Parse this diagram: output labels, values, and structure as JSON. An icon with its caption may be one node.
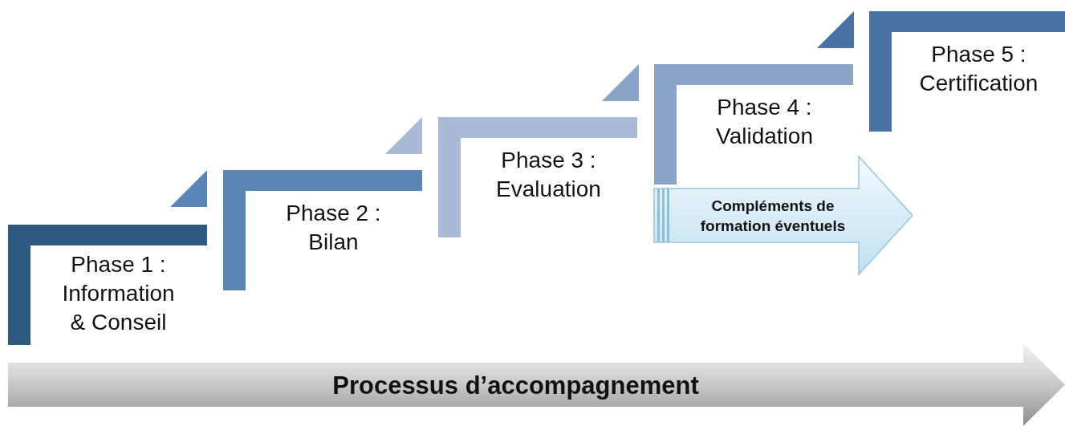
{
  "diagram": {
    "nodes": [
      {
        "text": [
          "Phase 1 : Information & Conseil"
        ]
      },
      {
        "text": [
          "Phase 2 : Bilan"
        ]
      },
      {
        "text": [
          "Phase 3 : Evaluation"
        ]
      },
      {
        "text": [
          "Phase 4 : Validation"
        ]
      },
      {
        "text": [
          "Phase 5 : Certification"
        ]
      },
      {
        "text": [
          "Compléments de formation éventuels"
        ]
      },
      {
        "text": [
          "Processus d’accompagnement"
        ]
      }
    ]
  }
}
